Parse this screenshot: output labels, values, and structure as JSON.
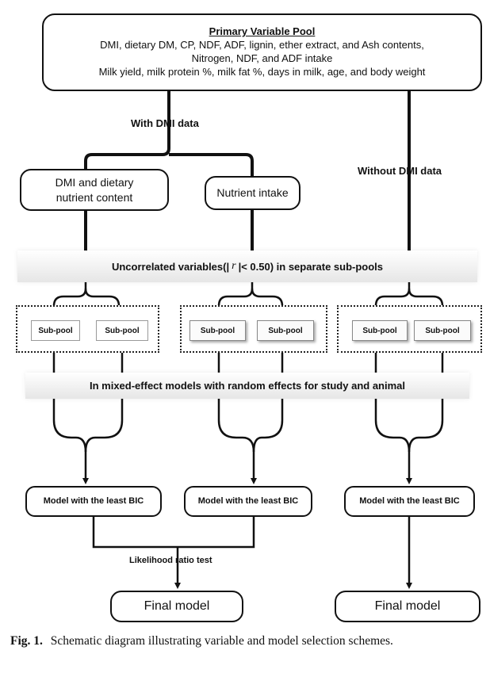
{
  "pool": {
    "title": "Primary Variable Pool",
    "line1": "DMI, dietary DM, CP, NDF, ADF, lignin, ether extract, and Ash contents,",
    "line2": "Nitrogen, NDF, and ADF intake",
    "line3": "Milk yield, milk protein %, milk fat %, days in milk, age, and body weight"
  },
  "labels": {
    "with_dmi": "With DMI data",
    "without_dmi": "Without DMI data",
    "lrt": "Likelihood ratio test"
  },
  "boxes": {
    "dmi_line1": "DMI and dietary",
    "dmi_line2": "nutrient content",
    "nutrient_intake": "Nutrient intake"
  },
  "bands": {
    "uncorrelated_prefix": "Uncorrelated variables(|",
    "uncorrelated_r": "r",
    "uncorrelated_suffix": "|< 0.50) in separate sub-pools",
    "mixed": "In mixed-effect models with random effects for study and animal"
  },
  "subpool_label": "Sub-pool",
  "models": {
    "model1": "Model with the least BIC",
    "model2": "Model with the  least BIC",
    "model3": "Model with the least BIC"
  },
  "finals": {
    "final1": "Final model",
    "final2": "Final model"
  },
  "caption": {
    "fig": "Fig. 1.",
    "text": "Schematic diagram illustrating variable and model selection schemes."
  }
}
